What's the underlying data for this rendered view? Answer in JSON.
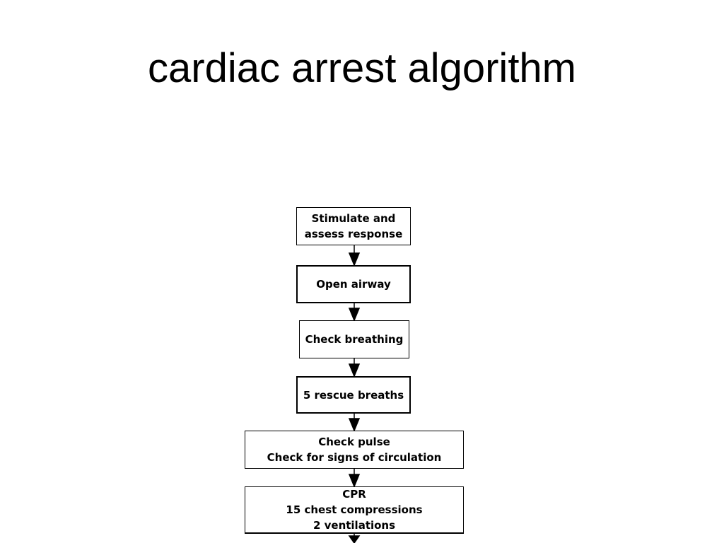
{
  "slide": {
    "title": "cardiac arrest algorithm"
  },
  "flowchart": {
    "steps": [
      {
        "lines": [
          "Stimulate and",
          "assess response"
        ]
      },
      {
        "lines": [
          "Open airway"
        ]
      },
      {
        "lines": [
          "Check breathing"
        ]
      },
      {
        "lines": [
          "5 rescue breaths"
        ]
      },
      {
        "lines": [
          "Check pulse",
          "Check for signs of circulation"
        ]
      },
      {
        "lines": [
          "CPR",
          "15 chest compressions",
          "2 ventilations"
        ]
      }
    ],
    "arrow_color": "#000000",
    "box_border_color": "#000000"
  }
}
